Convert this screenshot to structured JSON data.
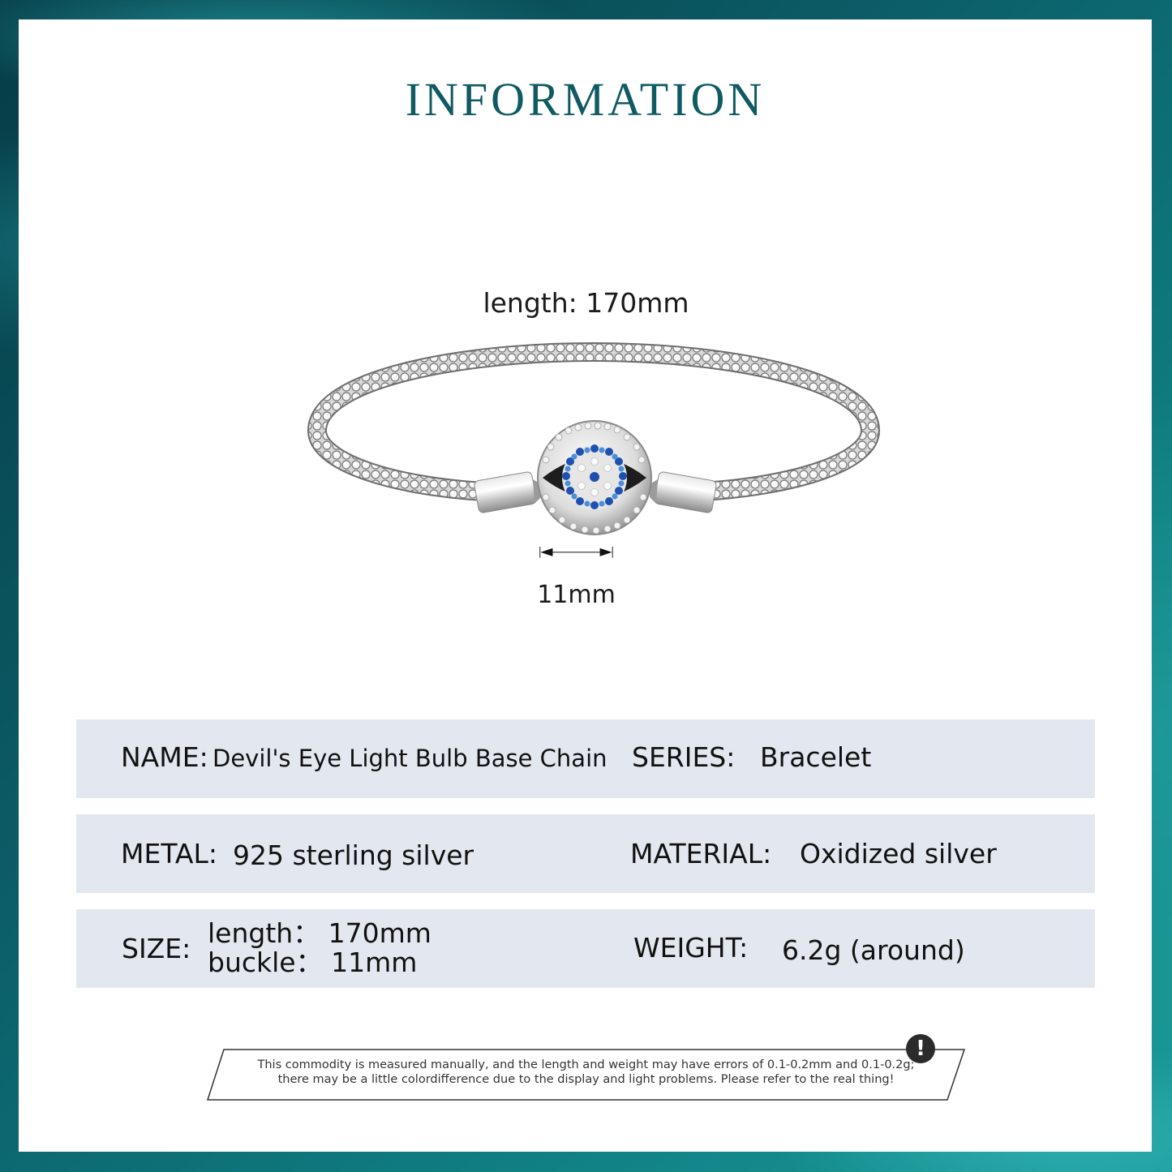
{
  "header": {
    "title": "INFORMATION"
  },
  "product_image": {
    "length_caption": "length: 170mm",
    "buckle_dimension_label": "11mm",
    "description": "silver popcorn chain bracelet with round evil-eye clasp set with blue and white stones"
  },
  "specs": {
    "rows": [
      {
        "left": {
          "label": "NAME:",
          "value": "Devil's Eye Light Bulb Base Chain"
        },
        "right": {
          "label": "SERIES:",
          "value": "Bracelet"
        }
      },
      {
        "left": {
          "label": "METAL:",
          "value": "925 sterling silver"
        },
        "right": {
          "label": "MATERIAL:",
          "value": "Oxidized silver"
        }
      },
      {
        "left": {
          "label": "SIZE:",
          "value_line1": "length： 170mm",
          "value_line2": "buckle： 11mm"
        },
        "right": {
          "label": "WEIGHT:",
          "value": "6.2g (around)"
        }
      }
    ]
  },
  "disclaimer": {
    "line1": "This commodity is measured manually, and the length and weight may have errors of 0.1-0.2mm and 0.1-0.2g;",
    "line2": "there may be a little colordifference due to the display and light problems. Please refer to the real thing!",
    "icon": "exclamation-icon",
    "icon_glyph": "!"
  },
  "colors": {
    "title": "#0f5a63",
    "row_background": "#e3e8f0",
    "frame": "#0b5a64",
    "stone_blue": "#1f4fb0",
    "stone_light_blue": "#4a8fd8"
  }
}
